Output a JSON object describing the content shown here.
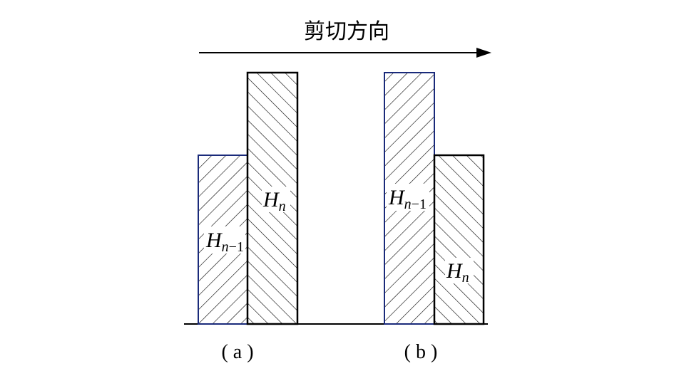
{
  "title": "剪切方向",
  "panels": [
    {
      "caption": "( a )",
      "left_bar": {
        "var": "H",
        "sub_letter": "n",
        "sub_suffix": "−1"
      },
      "right_bar": {
        "var": "H",
        "sub_letter": "n"
      }
    },
    {
      "caption": "( b )",
      "left_bar": {
        "var": "H",
        "sub_letter": "n",
        "sub_suffix": "−1"
      },
      "right_bar": {
        "var": "H",
        "sub_letter": "n"
      }
    }
  ],
  "colors": {
    "stroke_prev": "#1a2a7a",
    "stroke_curr": "#000000"
  }
}
